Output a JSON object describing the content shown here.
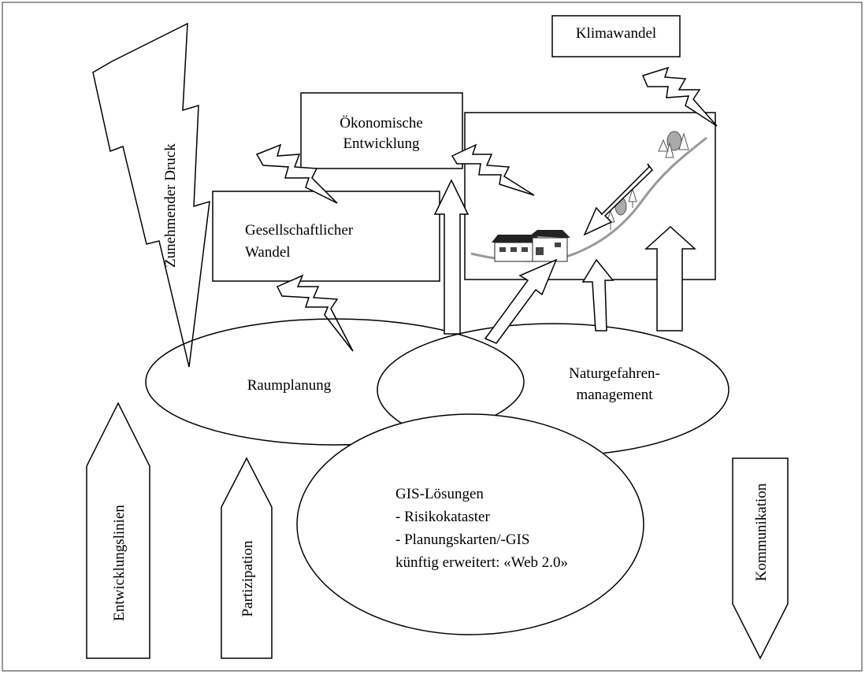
{
  "labels": {
    "klimawandel": "Klimawandel",
    "oekonomische_line1": "Ökonomische",
    "oekonomische_line2": "Entwicklung",
    "gesellschaftlicher_line1": "Gesellschaftlicher",
    "gesellschaftlicher_line2": "Wandel",
    "zunehmender_druck": "Zunehmender Druck",
    "raumplanung": "Raumplanung",
    "naturgefahren_line1": "Naturgefahren-",
    "naturgefahren_line2": "management",
    "gis_title": "GIS-Lösungen",
    "gis_item1": "- Risikokataster",
    "gis_item2": "- Planungskarten/-GIS",
    "gis_future": "künftig erweitert: «Web 2.0»",
    "entwicklungslinien": "Entwicklungslinien",
    "partizipation": "Partizipation",
    "kommunikation": "Kommunikation"
  }
}
